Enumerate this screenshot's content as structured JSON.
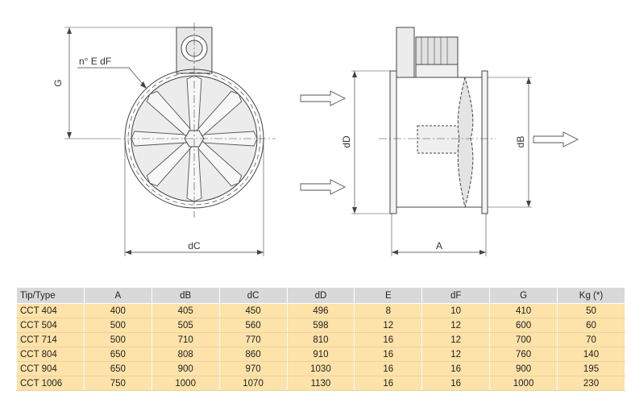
{
  "drawing": {
    "labels": {
      "g": "G",
      "blades": "n° E dF",
      "dc": "dC",
      "dd": "dD",
      "db": "dB",
      "a": "A"
    }
  },
  "table": {
    "headers": [
      "Tip/Type",
      "A",
      "dB",
      "dC",
      "dD",
      "E",
      "dF",
      "G",
      "Kg (*)"
    ],
    "rows": [
      [
        "CCT 404",
        "400",
        "405",
        "450",
        "496",
        "8",
        "10",
        "410",
        "50"
      ],
      [
        "CCT 504",
        "500",
        "505",
        "560",
        "598",
        "12",
        "12",
        "600",
        "60"
      ],
      [
        "CCT 714",
        "500",
        "710",
        "770",
        "810",
        "16",
        "12",
        "700",
        "70"
      ],
      [
        "CCT 804",
        "650",
        "808",
        "860",
        "910",
        "16",
        "12",
        "760",
        "140"
      ],
      [
        "CCT 904",
        "650",
        "900",
        "970",
        "1030",
        "16",
        "16",
        "900",
        "195"
      ],
      [
        "CCT 1006",
        "750",
        "1000",
        "1070",
        "1130",
        "16",
        "16",
        "1000",
        "230"
      ]
    ]
  }
}
